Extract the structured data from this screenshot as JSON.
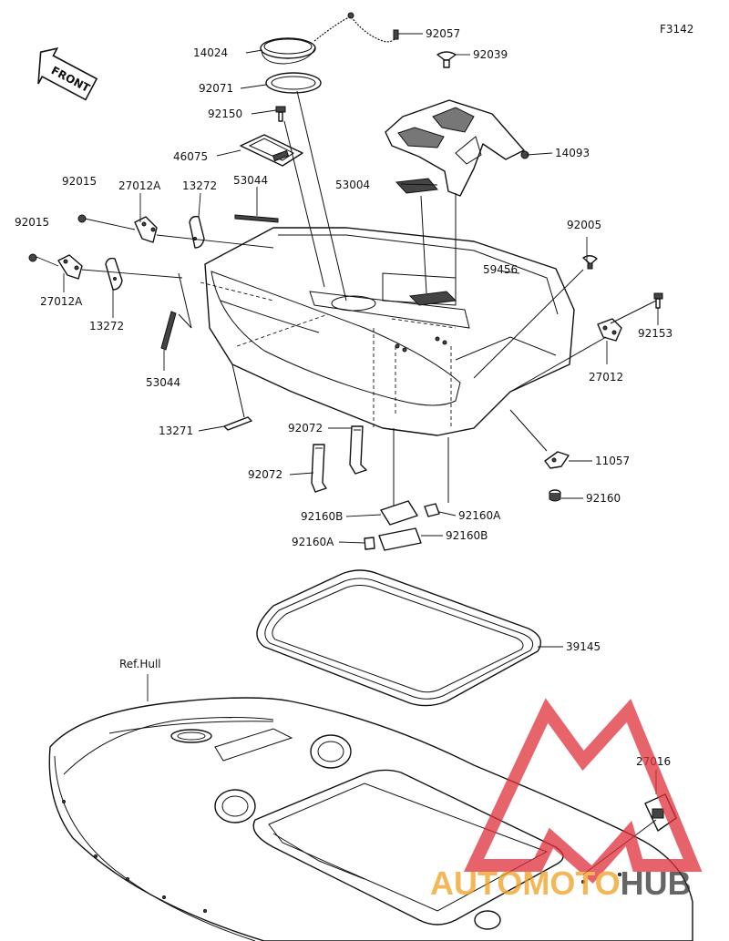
{
  "figure_code": "F3142",
  "front_label": "FRONT",
  "ref_label": "Ref.Hull",
  "watermark": {
    "text_prefix": "AUTOMOTO",
    "text_suffix": "HUB",
    "color_red": "#e0303a",
    "color_orange": "#f0a020",
    "color_dark": "#333333"
  },
  "callouts": {
    "c14024": "14024",
    "c92057": "92057",
    "c92039": "92039",
    "c92071": "92071",
    "c92150": "92150",
    "c46075": "46075",
    "c14093": "14093",
    "c53044a": "53044",
    "c53004": "53004",
    "c92015a": "92015",
    "c27012Aa": "27012A",
    "c13272a": "13272",
    "c92015b": "92015",
    "c27012Ab": "27012A",
    "c13272b": "13272",
    "c92005": "92005",
    "c59456": "59456",
    "c92153": "92153",
    "c27012": "27012",
    "c53044b": "53044",
    "c13271": "13271",
    "c92072a": "92072",
    "c92072b": "92072",
    "c11057": "11057",
    "c92160B1": "92160B",
    "c92160A1": "92160A",
    "c92160": "92160",
    "c92160A2": "92160A",
    "c92160B2": "92160B",
    "c39145": "39145",
    "c27016": "27016"
  }
}
